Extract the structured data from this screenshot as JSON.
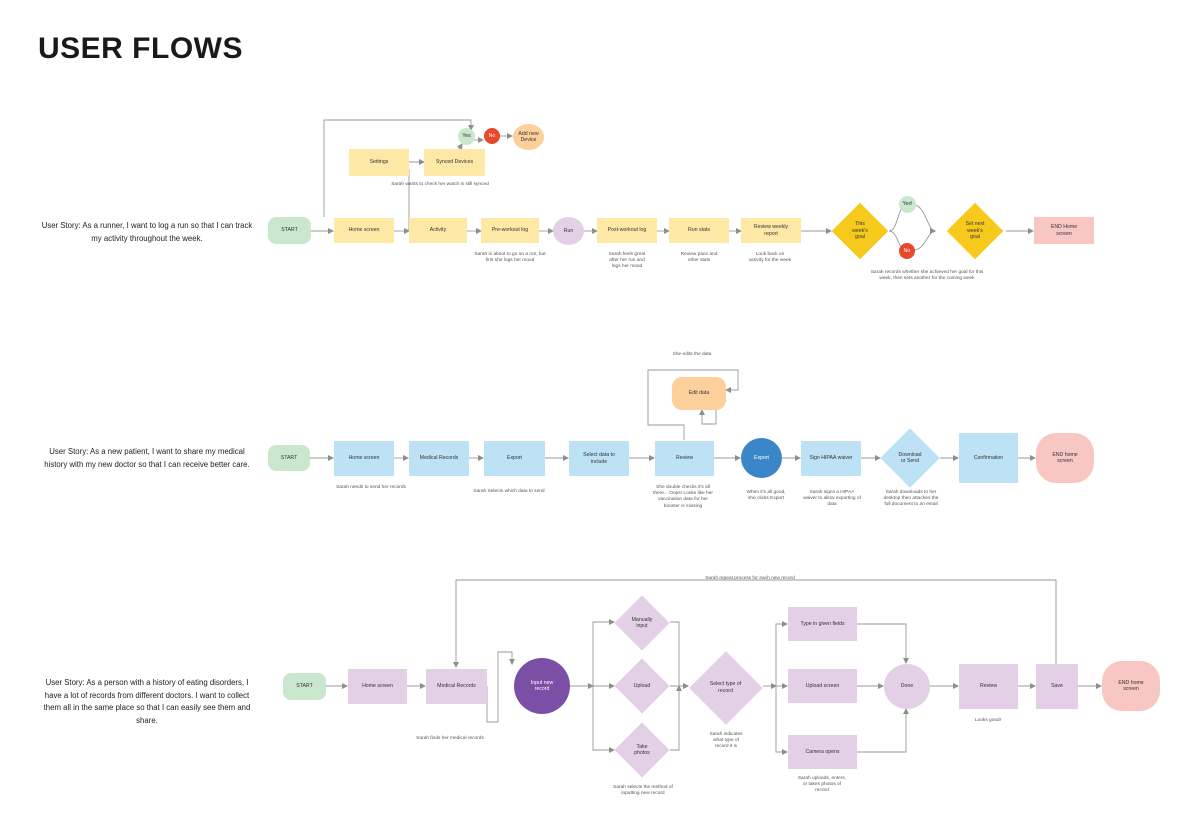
{
  "title": "USER FLOWS",
  "stories": {
    "s1": "User Story:  As a runner, I want to log a run so that I can track my activity throughout the week.",
    "s2": "User Story:  As a new patient, I want to share my medical history with my new doctor so that I can receive better care.",
    "s3": "User Story:  As a person with a history of eating disorders, I have a lot of records from different doctors. I want to collect them all in the same place so that I can easily see them and share."
  },
  "flow1": {
    "start": "START",
    "home": "Home screen",
    "activity": "Activity",
    "pre_workout": "Pre-workout log",
    "run": "Run",
    "post_workout": "Post-workout log",
    "run_stats": "Run stats",
    "review_weekly": "Review weekly report",
    "weeks_goal": "This week's goal",
    "yes": "Yes!",
    "no": "No",
    "set_next": "Set next week's goal",
    "end": "END Home screen",
    "settings": "Settings",
    "synced": "Synced Devices",
    "yes2": "Yes",
    "no2": "No",
    "add_device": "Add new Device",
    "note_watch": "Sarah wants to check her watch is still synced",
    "note_run": "Sarah is about to go on a run, but first she logs her mood",
    "note_post": "Sarah feels great after her run and logs her mood",
    "note_stats": "Review pace and other stats",
    "note_report": "Look back on activity for the week",
    "note_goal": "Sarah records whether she achieved her goal for this week, then sets another for the coming week"
  },
  "flow2": {
    "start": "START",
    "home": "Home screen",
    "medical": "Medical Records",
    "export": "Export",
    "select": "Select data to include",
    "review": "Review",
    "edit": "Edit data",
    "export2": "Export",
    "hipaa": "Sign HIPAA waiver",
    "download": "Download or Send",
    "confirm": "Confirmation",
    "end": "END home screen",
    "note_edits": "She edits the data",
    "note_home": "Sarah needs to send her records",
    "note_export": "Sarah Selects which data to send",
    "note_review": "She double checks it's all there... Oops! Looks like her vaccination data for her booster is missing",
    "note_export2": "When it's all good, she clicks Export",
    "note_hipaa": "Sarah signs a HIPAA waiver to allow exporting of data",
    "note_download": "Sarah downloads to her desktop then attaches the full document to an email"
  },
  "flow3": {
    "start": "START",
    "home": "Home screen",
    "medical": "Medical Records",
    "input": "Input new record",
    "manual": "Manually input",
    "upload": "Upload",
    "photos": "Take photos",
    "select_type": "Select type of record",
    "type_fields": "Type in given fields",
    "upload_screen": "Upload screen",
    "camera": "Camera opens",
    "done": "Done",
    "review": "Review",
    "save": "Save",
    "end": "END home screen",
    "note_repeat": "Sarah repeat process for each new record",
    "note_finds": "Sarah finds her medical records",
    "note_method": "Sarah selects the method of inputting new record",
    "note_indicates": "Sarah indicates what type of record it is",
    "note_looks": "Looks good!",
    "note_uploads": "Sarah uploads, enters, or takes photos of record"
  },
  "colors": {
    "yellow": "#fde9a5",
    "gold": "#f7c91d",
    "blue": "#bde1f5",
    "dark_blue": "#3a86c8",
    "purple": "#e3cfe6",
    "dark_purple": "#7a4fa5",
    "green": "#c9e7cc",
    "pink": "#f9c7c3",
    "red": "#e8492d",
    "orange": "#fcd09a",
    "line": "#9a9a9a"
  }
}
